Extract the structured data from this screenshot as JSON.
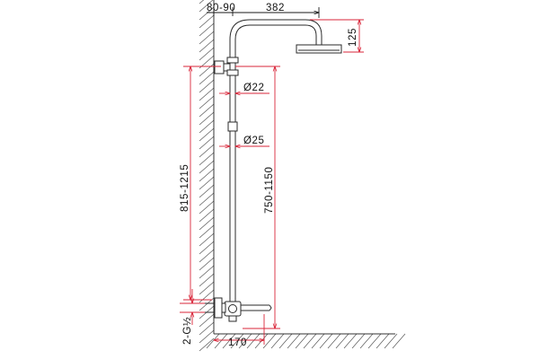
{
  "dimensions": {
    "wall_offset": "80-90",
    "arm_reach": "382",
    "head_height": "125",
    "upper_pipe_diameter": "Ø22",
    "lower_pipe_diameter": "Ø25",
    "mount_height": "815-1215",
    "pipe_height": "750-1150",
    "inlet_thread": "2-G½",
    "spout_reach": "170"
  }
}
